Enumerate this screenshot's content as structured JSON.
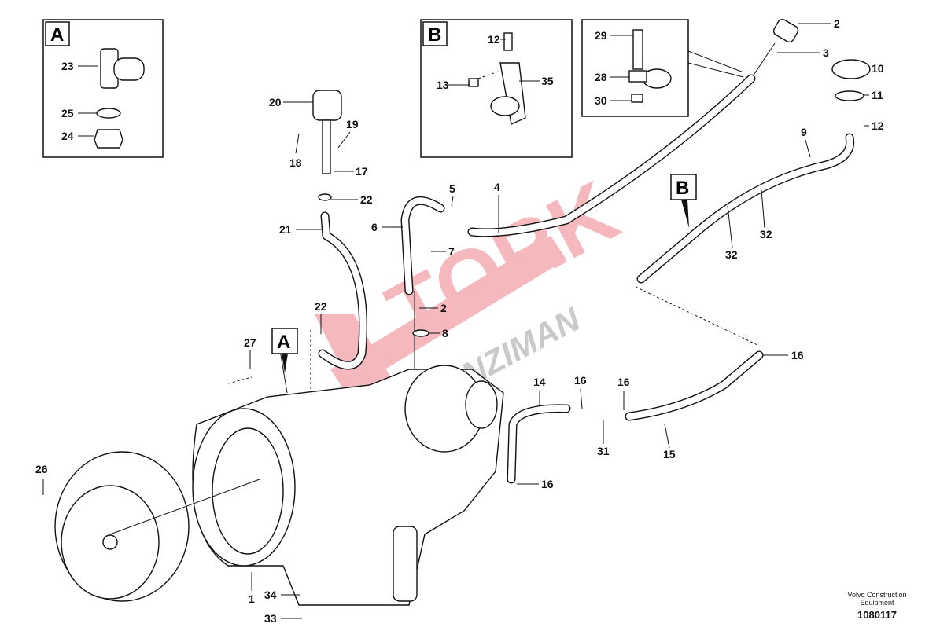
{
  "insets": {
    "a_badge": "A",
    "b_badge": "B"
  },
  "pointers": {
    "a": "A",
    "b": "B"
  },
  "callouts": [
    "23",
    "25",
    "24",
    "12",
    "13",
    "35",
    "29",
    "28",
    "30",
    "2",
    "3",
    "10",
    "11",
    "12",
    "9",
    "20",
    "19",
    "18",
    "17",
    "22",
    "21",
    "5",
    "6",
    "4",
    "7",
    "2",
    "8",
    "22",
    "27",
    "32",
    "32",
    "16",
    "14",
    "16",
    "16",
    "31",
    "15",
    "16",
    "26",
    "1",
    "34",
    "33"
  ],
  "watermark": {
    "brand": "TORK",
    "sub": "SANZIMAN",
    "color": "#e8646e"
  },
  "footer": {
    "company_line1": "Volvo Construction",
    "company_line2": "Equipment",
    "drawing_number": "1080117"
  }
}
